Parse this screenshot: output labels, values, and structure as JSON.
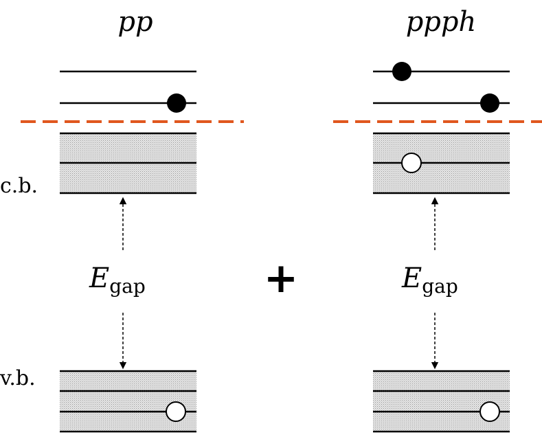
{
  "diagram": {
    "left": {
      "title": "pp"
    },
    "right": {
      "title": "ppph"
    },
    "labels": {
      "cb": "c.b.",
      "vb": "v.b."
    },
    "gap": {
      "symbol": "E",
      "subscript": "gap"
    },
    "operator": "+",
    "colors": {
      "fermi_line": "#E0571E",
      "band_fill": "#d9d9d9",
      "line": "#000000",
      "particle": "#000000",
      "hole": "#ffffff"
    }
  }
}
